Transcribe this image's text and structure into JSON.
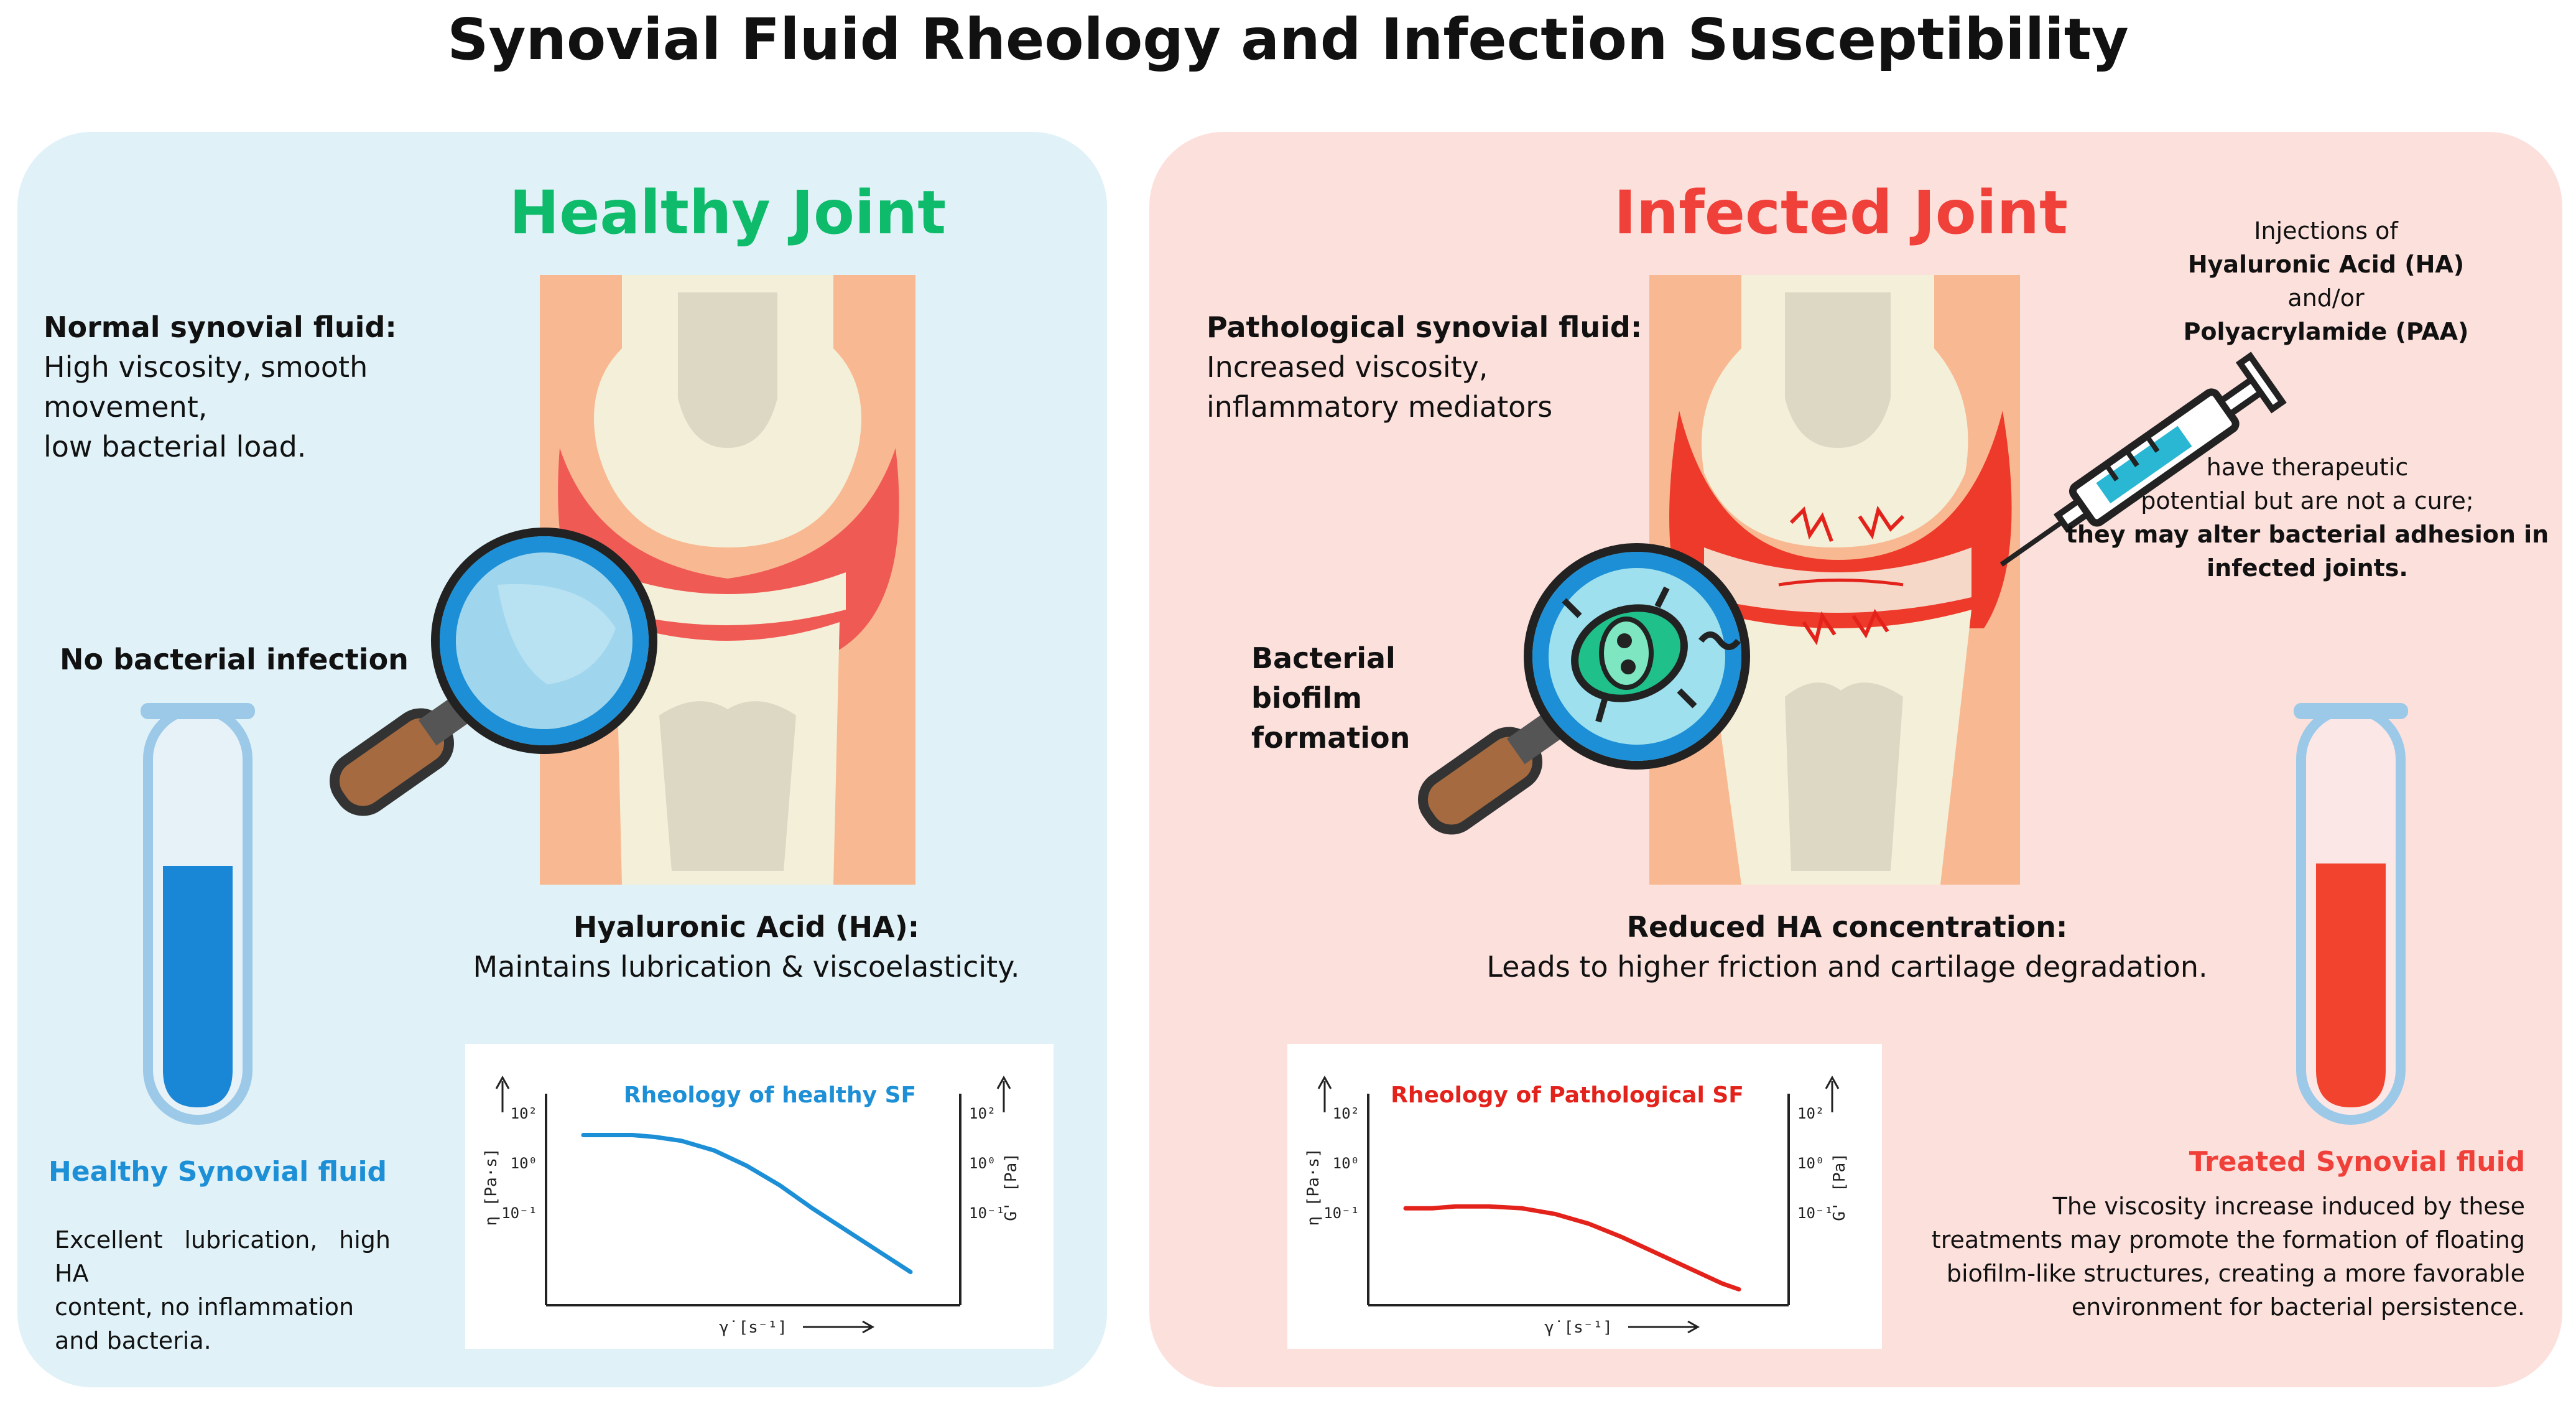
{
  "title": "Synovial Fluid Rheology and Infection Susceptibility",
  "healthy": {
    "heading": "Healthy Joint",
    "normal_sf_title": "Normal synovial fluid:",
    "normal_sf_line1": "High viscosity, smooth movement,",
    "normal_sf_line2": "low bacterial load.",
    "no_infection": "No bacterial infection",
    "ha_title": "Hyaluronic Acid (HA):",
    "ha_text": "Maintains lubrication & viscoelasticity.",
    "tube_label": "Healthy Synovial fluid",
    "tube_desc_line1": "Excellent lubrication, high",
    "tube_desc_line2": "HA",
    "tube_desc_line3": "content, no inflammation",
    "tube_desc_line4": "and bacteria.",
    "fluid_color": "#1a86d6"
  },
  "infected": {
    "heading": "Infected Joint",
    "patho_sf_title": "Pathological synovial fluid:",
    "patho_sf_line1": "Increased viscosity,",
    "patho_sf_line2": "inflammatory mediators",
    "biofilm_line1": "Bacterial biofilm",
    "biofilm_line2": "formation",
    "reduced_ha_title": "Reduced HA concentration:",
    "reduced_ha_text": "Leads to higher friction and cartilage degradation.",
    "injection_line1": "Injections of",
    "injection_line2": "Hyaluronic Acid (HA)",
    "injection_line3": "and/or",
    "injection_line4": "Polyacrylamide (PAA)",
    "therapeutic_line1": "have therapeutic",
    "therapeutic_line2": "potential but are not a cure;",
    "therapeutic_line3": "they may alter bacterial adhesion in",
    "therapeutic_line4": "infected joints.",
    "treated_label": "Treated Synovial fluid",
    "treated_line1": "The viscosity increase induced by these",
    "treated_line2": "treatments may promote the formation of floating",
    "treated_line3": "biofilm-like structures, creating a more favorable",
    "treated_line4": "environment for bacterial persistence.",
    "fluid_color": "#f2432f"
  },
  "chart_data": [
    {
      "type": "line",
      "title": "Rheology of healthy SF",
      "xlabel": "γ̇ [s⁻¹]",
      "ylabel": "η [Pa·s]",
      "y2label": "G' [Pa]",
      "ytick_labels": [
        "10²",
        "10⁰",
        "10⁻¹"
      ],
      "y2tick_labels": [
        "10²",
        "10⁰",
        "10⁻¹"
      ],
      "series": [
        {
          "x": [
            0.0,
            0.08,
            0.15,
            0.22,
            0.3,
            0.4,
            0.5,
            0.6,
            0.7,
            0.8,
            0.9,
            1.0
          ],
          "y": [
            0.85,
            0.85,
            0.85,
            0.84,
            0.82,
            0.77,
            0.69,
            0.59,
            0.47,
            0.36,
            0.25,
            0.14
          ],
          "color": "#1c8fd6"
        }
      ],
      "xlim": [
        0,
        1
      ],
      "ylim": [
        0,
        1
      ]
    },
    {
      "type": "line",
      "title": "Rheology of Pathological SF",
      "xlabel": "γ̇ [s⁻¹]",
      "ylabel": "η [Pa·s]",
      "y2label": "G' [Pa]",
      "ytick_labels": [
        "10²",
        "10⁰",
        "10⁻¹"
      ],
      "y2tick_labels": [
        "10²",
        "10⁰",
        "10⁻¹"
      ],
      "series": [
        {
          "x": [
            0.0,
            0.08,
            0.15,
            0.25,
            0.35,
            0.45,
            0.55,
            0.65,
            0.75,
            0.85,
            0.95,
            1.0
          ],
          "y": [
            0.47,
            0.47,
            0.48,
            0.48,
            0.47,
            0.44,
            0.39,
            0.32,
            0.24,
            0.16,
            0.08,
            0.05
          ],
          "color": "#e3231b"
        }
      ],
      "xlim": [
        0,
        1
      ],
      "ylim": [
        0,
        1
      ]
    }
  ]
}
